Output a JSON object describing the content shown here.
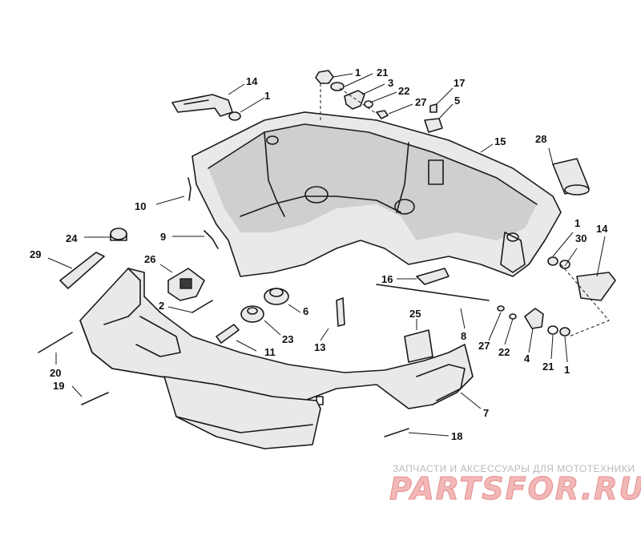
{
  "diagram": {
    "callouts": {
      "c1a": "14",
      "c1b": "1",
      "c2a": "1",
      "c2b": "21",
      "c2c": "3",
      "c2d": "22",
      "c2e": "27",
      "c3a": "17",
      "c3b": "5",
      "c4a": "15",
      "c4b": "28",
      "c5a": "10",
      "c5b": "9",
      "c5c": "24",
      "c5d": "29",
      "c5e": "26",
      "c6a": "2",
      "c6b": "6",
      "c6c": "23",
      "c6d": "11",
      "c7a": "16",
      "c7b": "8",
      "c7c": "13",
      "c7d": "25",
      "c8a": "1",
      "c8b": "30",
      "c8c": "14",
      "c9a": "27",
      "c9b": "22",
      "c9c": "4",
      "c9d": "21",
      "c9e": "1",
      "c10a": "20",
      "c10b": "19",
      "c10c": "7",
      "c10d": "18"
    }
  },
  "watermark": {
    "tagline": "ЗАПЧАСТИ И АКСЕССУАРЫ ДЛЯ МОТОТЕХНИКИ",
    "logo": "PARTSFOR.RU"
  }
}
